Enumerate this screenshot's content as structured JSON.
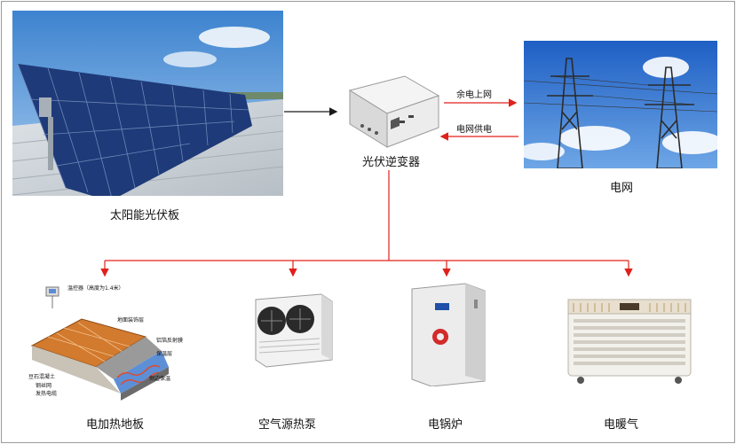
{
  "nodes": {
    "solar_panel": "太阳能光伏板",
    "inverter": "光伏逆变器",
    "grid": "电网",
    "floor_heating": "电加热地板",
    "heat_pump": "空气源热泵",
    "boiler": "电锅炉",
    "heater": "电暖气"
  },
  "edges": {
    "to_grid": "余电上网",
    "from_grid": "电网供电"
  },
  "floor_callouts": {
    "thermostat": "温控器（高度为1.4米）",
    "surface": "地面装饰层",
    "moisture": "铝箔反射膜",
    "insulation": "保温层",
    "concrete": "豆石混凝土",
    "mesh": "钢丝网",
    "cable": "发热电缆",
    "edge_strip": "侧边保温"
  },
  "colors": {
    "flow_arrow": "#e0201b",
    "link_arrow": "#1a1a1a"
  }
}
